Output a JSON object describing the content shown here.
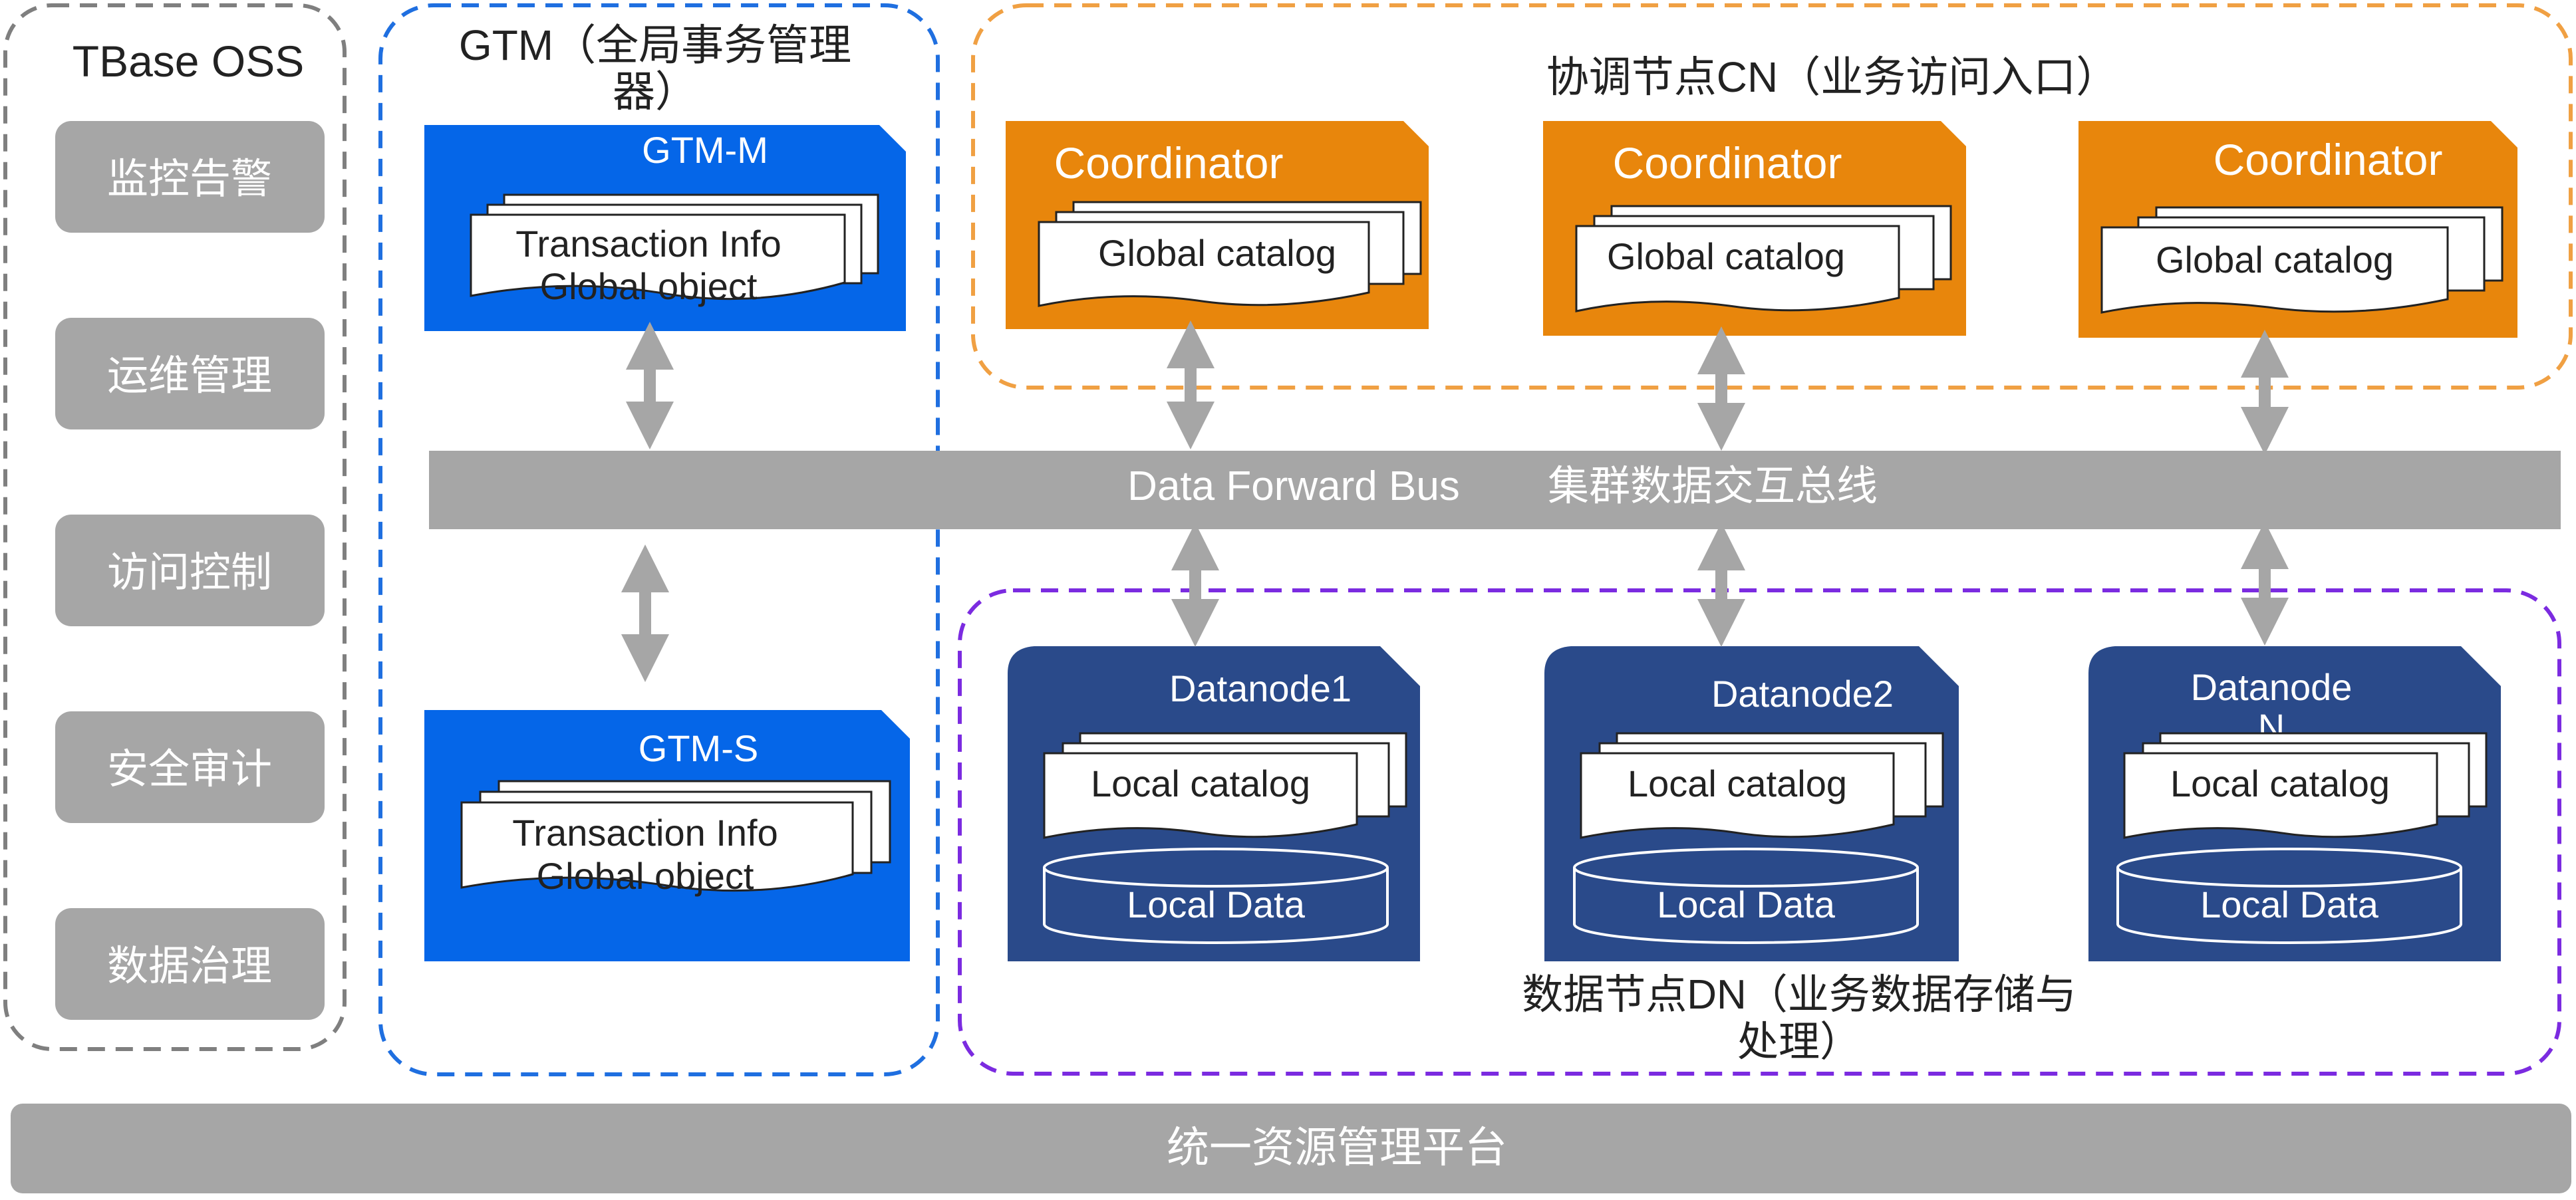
{
  "oss": {
    "title": "TBase OSS",
    "items": [
      "监控告警",
      "运维管理",
      "访问控制",
      "安全审计",
      "数据治理"
    ]
  },
  "gtm": {
    "title_line1": "GTM（全局事务管理",
    "title_line2": "器）",
    "master": {
      "label": "GTM-M",
      "doc_line1": "Transaction Info",
      "doc_line2": "Global object"
    },
    "slave": {
      "label": "GTM-S",
      "doc_line1": "Transaction Info",
      "doc_line2": "Global object"
    }
  },
  "cn": {
    "title": "协调节点CN（业务访问入口）",
    "nodes": [
      {
        "label": "Coordinator",
        "catalog": "Global catalog"
      },
      {
        "label": "Coordinator",
        "catalog": "Global catalog"
      },
      {
        "label": "Coordinator",
        "catalog": "Global catalog"
      }
    ]
  },
  "bus": {
    "label_en": "Data Forward Bus",
    "label_cn": "集群数据交互总线"
  },
  "dn": {
    "title_line1": "数据节点DN（业务数据存储与",
    "title_line2": "处理）",
    "nodes": [
      {
        "label_line1": "Datanode1",
        "label_line2": "",
        "catalog": "Local catalog",
        "data": "Local Data"
      },
      {
        "label_line1": "Datanode2",
        "label_line2": "",
        "catalog": "Local catalog",
        "data": "Local Data"
      },
      {
        "label_line1": "Datanode",
        "label_line2": "N",
        "catalog": "Local catalog",
        "data": "Local Data"
      }
    ]
  },
  "platform": {
    "label": "统一资源管理平台"
  },
  "colors": {
    "gtm_blue": "#0566E8",
    "coordinator_orange": "#E8860C",
    "datanode_navy": "#2A4A8A",
    "bar_gray": "#A6A6A6",
    "oss_border_gray": "#7F7F7F",
    "gtm_border_blue": "#1F6FE0",
    "cn_border_orange": "#F0A043",
    "dn_border_purple": "#7B2BE0",
    "arrow_gray": "#A6A6A6"
  }
}
